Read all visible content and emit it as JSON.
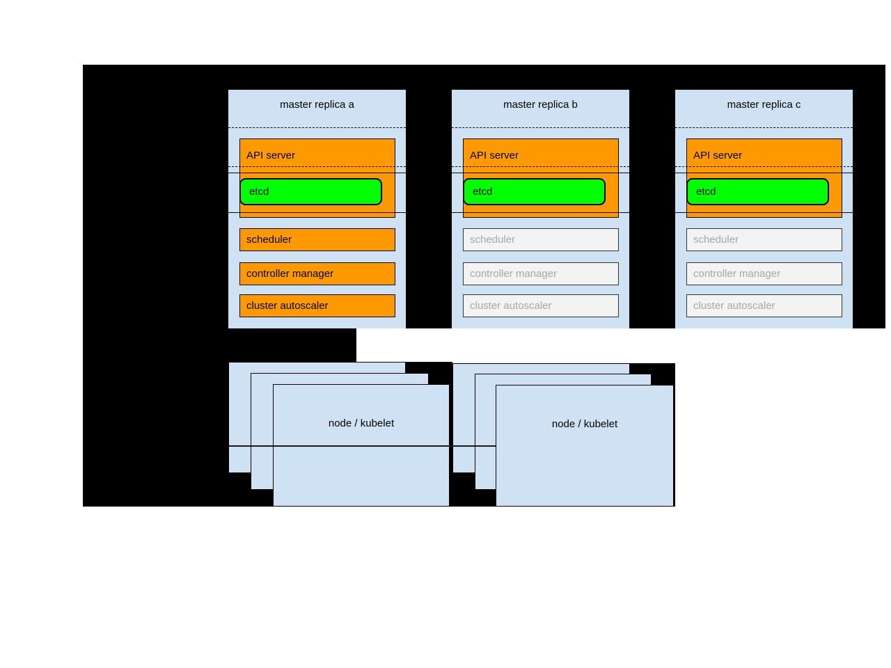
{
  "diagram": {
    "masters": [
      {
        "title": "master replica a",
        "state": "active",
        "api_server": "API server",
        "etcd": "etcd",
        "scheduler": "scheduler",
        "controller_manager": "controller manager",
        "cluster_autoscaler": "cluster autoscaler"
      },
      {
        "title": "master replica b",
        "state": "inactive",
        "api_server": "API server",
        "etcd": "etcd",
        "scheduler": "scheduler",
        "controller_manager": "controller manager",
        "cluster_autoscaler": "cluster autoscaler"
      },
      {
        "title": "master replica c",
        "state": "inactive",
        "api_server": "API server",
        "etcd": "etcd",
        "scheduler": "scheduler",
        "controller_manager": "controller manager",
        "cluster_autoscaler": "cluster autoscaler"
      }
    ],
    "node_groups": [
      {
        "label": "node / kubelet"
      },
      {
        "label": "node / kubelet"
      }
    ],
    "colors": {
      "backdrop": "#000000",
      "panel_blue": "#cfe2f3",
      "active_component": "#ff9900",
      "etcd_green": "#00ff00",
      "inactive_fill": "#f3f3f3",
      "inactive_text": "#a6a6a6",
      "text": "#000000",
      "page_background": "#ffffff"
    }
  }
}
